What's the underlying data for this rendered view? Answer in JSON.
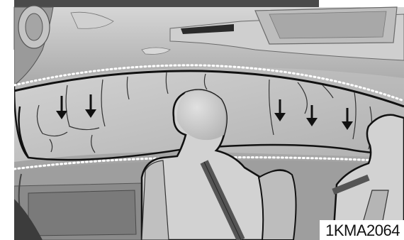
{
  "figure": {
    "subject": "curtain-airbag-illustration",
    "arrow_direction": "down",
    "colors": {
      "background_mid": "#b9b9b9",
      "background_dark": "#6e6e6e",
      "background_light": "#d9d9d9",
      "outline": "#111111",
      "dotted_line": "#ffffff"
    }
  },
  "code_label": "1KMA2064"
}
